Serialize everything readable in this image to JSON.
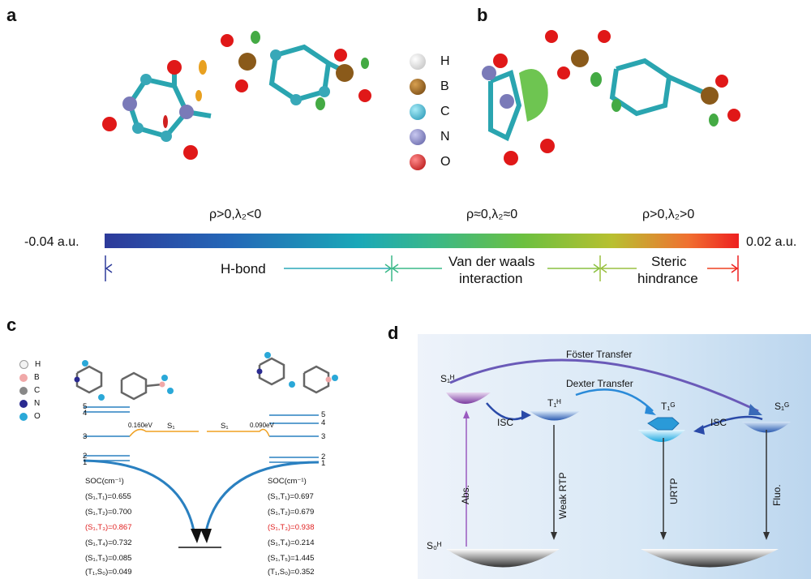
{
  "panels": {
    "a": "a",
    "b": "b",
    "c": "c",
    "d": "d"
  },
  "legend_ab": [
    {
      "label": "H",
      "color": "#e8e8e8"
    },
    {
      "label": "B",
      "color": "#8a5a1a"
    },
    {
      "label": "C",
      "color": "#3bb8d0"
    },
    {
      "label": "N",
      "color": "#8c8cc8"
    },
    {
      "label": "O",
      "color": "#e01818"
    }
  ],
  "colorbar": {
    "min_label": "-0.04 a.u.",
    "max_label": "0.02 a.u.",
    "region_left": "ρ>0,λ₂<0",
    "region_mid": "ρ≈0,λ₂≈0",
    "region_right": "ρ>0,λ₂>0",
    "range1": "H-bond",
    "range2_line1": "Van der waals",
    "range2_line2": "interaction",
    "range3_line1": "Steric",
    "range3_line2": "hindrance"
  },
  "panel_c": {
    "legend": [
      {
        "label": "H",
        "color": "#f2f2f2"
      },
      {
        "label": "B",
        "color": "#f0a8a8"
      },
      {
        "label": "C",
        "color": "#888888"
      },
      {
        "label": "N",
        "color": "#2a2a90"
      },
      {
        "label": "O",
        "color": "#2aa8d8"
      }
    ],
    "s1_left": "S₁",
    "s1_right": "S₁",
    "gap_left": "0.160eV",
    "gap_right": "0.090eV",
    "levels_right": [
      "5",
      "4",
      "3",
      "2",
      "1"
    ],
    "levels_left": [
      "5",
      "4",
      "3",
      "2",
      "1"
    ],
    "soc_title_left": "SOC(cm⁻¹)",
    "soc_title_right": "SOC(cm⁻¹)",
    "soc_left": [
      "(S₁,T₁)=0.655",
      "(S₁,T₂)=0.700",
      "(S₁,T₃)=0.867",
      "(S₁,T₄)=0.732",
      "(S₁,T₅)=0.085",
      "(T₁,S₀)=0.049"
    ],
    "soc_right": [
      "(S₁,T₁)=0.697",
      "(S₁,T₂)=0.679",
      "(S₁,T₃)=0.938",
      "(S₁,T₄)=0.214",
      "(S₁,T₅)=1.445",
      "(T₁,S₀)=0.352"
    ]
  },
  "panel_d": {
    "foster": "Föster Transfer",
    "dexter": "Dexter Transfer",
    "s1h": "S₁ᴴ",
    "t1h": "T₁ᴴ",
    "t1g": "T₁ᴳ",
    "s1g": "S₁ᴳ",
    "s0h": "S₀ᴴ",
    "isc_left": "ISC",
    "isc_right": "ISC",
    "abs": "Abs.",
    "weak_rtp": "Weak RTP",
    "urtp": "URTP",
    "fluo": "Fluo."
  }
}
